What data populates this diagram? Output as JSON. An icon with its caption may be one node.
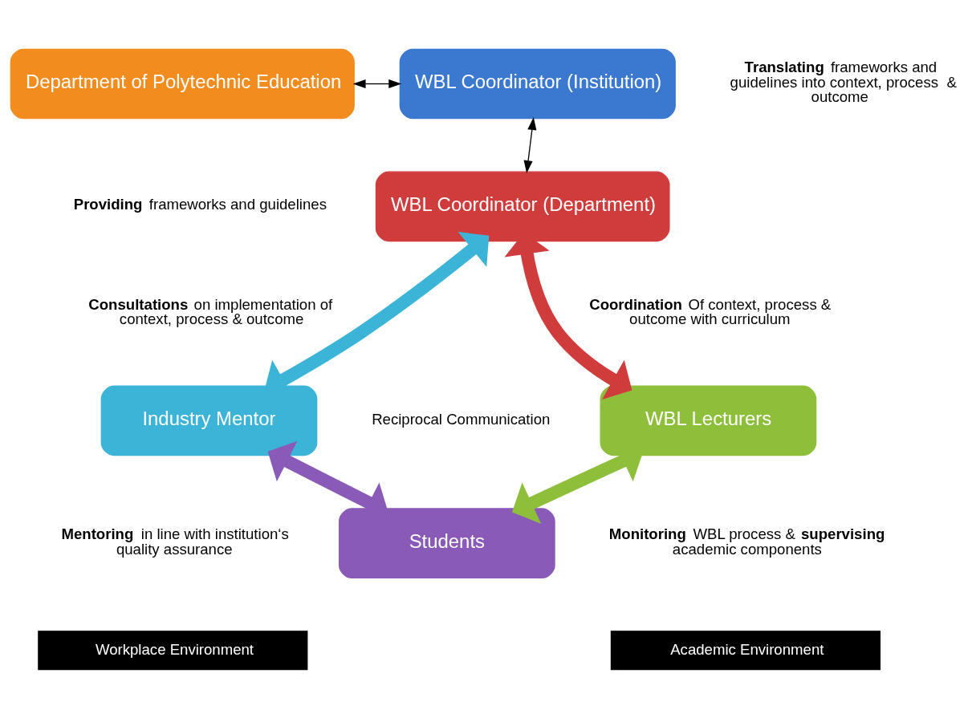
{
  "diagram": {
    "nodes": [
      {
        "text": [
          "Department of Polytechnic Education"
        ]
      },
      {
        "text": [
          "WBL Coordinator (Institution)"
        ]
      },
      {
        "text": [
          "WBL Coordinator (Department)"
        ]
      },
      {
        "text": [
          "Industry Mentor"
        ]
      },
      {
        "text": [
          "WBL Lecturers"
        ]
      },
      {
        "text": [
          "Students"
        ]
      },
      {
        "text": [
          "Workplace Environment"
        ]
      },
      {
        "text": [
          "Academic Environment"
        ]
      }
    ],
    "edges": [
      {
        "from": 0,
        "to": 1,
        "arrow": "both",
        "color": "#000000"
      },
      {
        "from": 1,
        "to": 2,
        "arrow": "both",
        "color": "#000000"
      },
      {
        "from": 2,
        "to": 3,
        "arrow": "both",
        "color": "#3bb4d8"
      },
      {
        "from": 2,
        "to": 4,
        "arrow": "both",
        "color": "#d03c3c"
      },
      {
        "from": 3,
        "to": 5,
        "arrow": "both",
        "color": "#8a5ab8"
      },
      {
        "from": 4,
        "to": 5,
        "arrow": "both",
        "color": "#8ebf3a"
      }
    ],
    "labels": [
      "**Translating** frameworks and guidelines into context, process  & outcome",
      "**Providing** frameworks and guidelines",
      "**Consultations** on implementation of context, process & outcome",
      "**Coordination** Of context, process & outcome with curriculum",
      "Reciprocal Communication",
      "**Mentoring** in line with institution‘s quality assurance",
      "**Monitoring** WBL process & **supervising** academic components"
    ]
  }
}
